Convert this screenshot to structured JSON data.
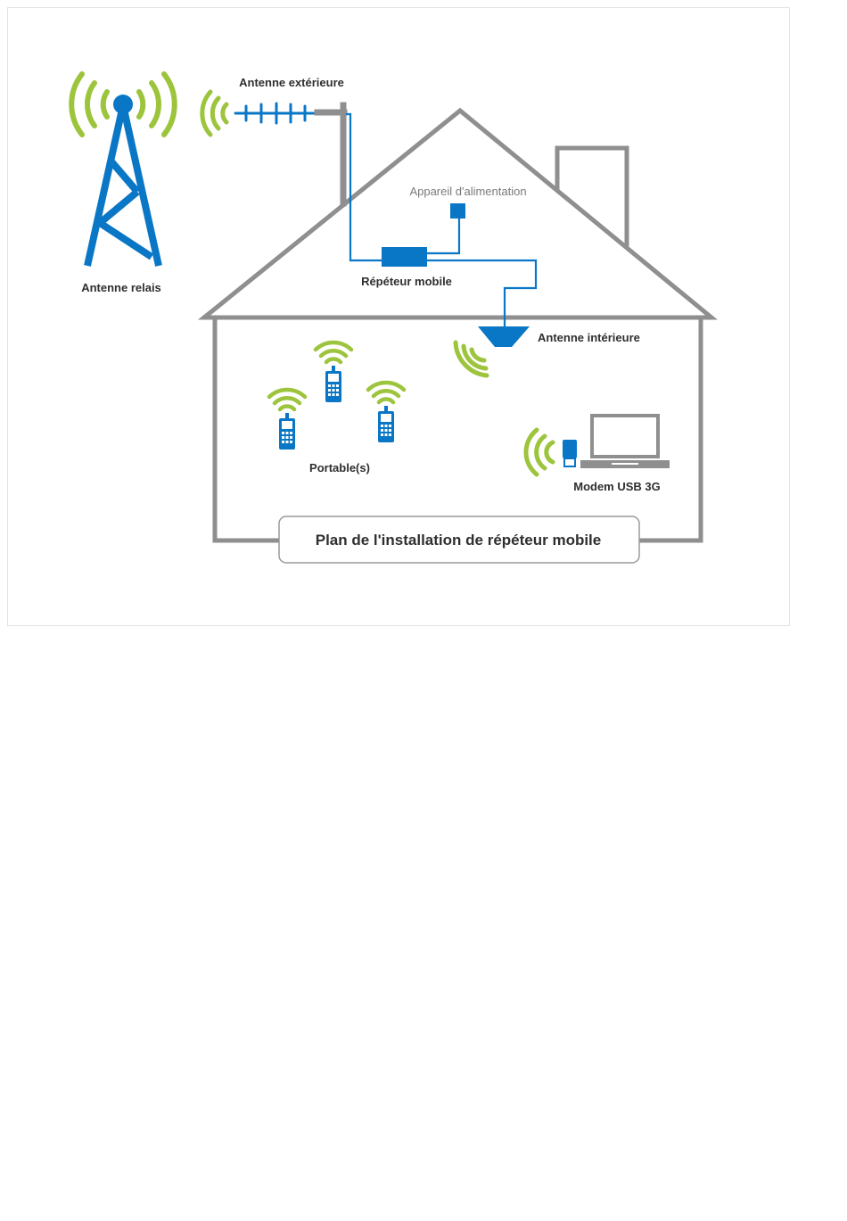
{
  "labels": {
    "relay_antenna": "Antenne relais",
    "outdoor_antenna": "Antenne extérieure",
    "power_supply": "Appareil d'alimentation",
    "mobile_repeater": "Répéteur mobile",
    "indoor_antenna": "Antenne intérieure",
    "phones": "Portable(s)",
    "usb_modem": "Modem USB 3G"
  },
  "caption": "Plan de l'installation de répéteur mobile",
  "colors": {
    "blue": "#0a77c6",
    "green": "#9cc43c",
    "gray": "#8f8f8f",
    "label": "#2f2f2f",
    "light_label": "#7a7a7a"
  },
  "icons": [
    "relay-tower-icon",
    "yagi-antenna-icon",
    "power-supply-icon",
    "repeater-icon",
    "indoor-antenna-icon",
    "mobile-phone-icon",
    "usb-modem-icon",
    "laptop-icon",
    "signal-waves-icon"
  ]
}
